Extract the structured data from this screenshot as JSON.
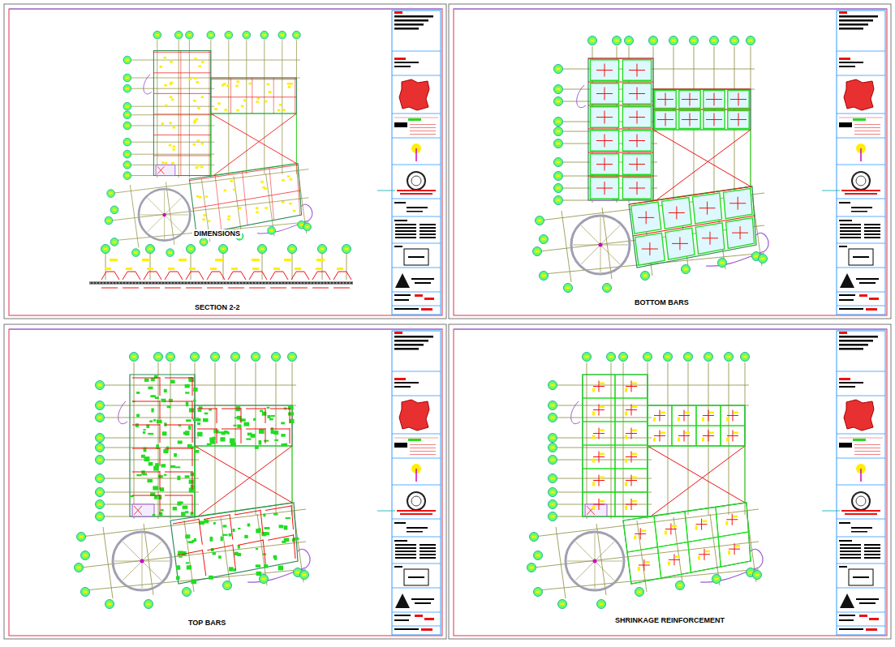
{
  "diagram": {
    "labels": [
      "DIMENSIONS",
      "SECTION 2-2",
      "BOTTOM BARS",
      "TOP BARS",
      "SHRINKAGE REINFORCEMENT"
    ]
  }
}
